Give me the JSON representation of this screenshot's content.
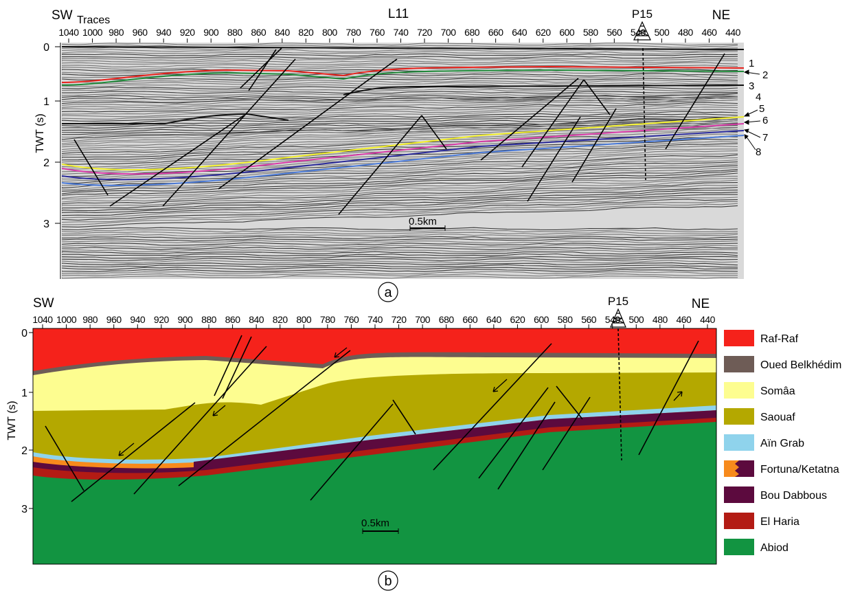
{
  "panel_a": {
    "line_name": "L11",
    "sw": "SW",
    "traces_label": "Traces",
    "ne": "NE",
    "well": "P15",
    "traces": [
      "1040",
      "1000",
      "980",
      "960",
      "940",
      "920",
      "900",
      "880",
      "860",
      "840",
      "820",
      "800",
      "780",
      "760",
      "740",
      "720",
      "700",
      "680",
      "660",
      "640",
      "620",
      "600",
      "580",
      "560",
      "540",
      "500",
      "480",
      "460",
      "440"
    ],
    "y_label": "TWT (s)",
    "y_ticks": [
      "0",
      "1",
      "2",
      "3"
    ],
    "horizon_labels": [
      "1",
      "2",
      "3",
      "4",
      "5",
      "6",
      "7",
      "8"
    ],
    "scale_bar": "0.5km",
    "panel_label": "a",
    "horizon_colors": {
      "red": "#e8201a",
      "green": "#1f8a3a",
      "yellow": "#f2ef2a",
      "magenta": "#d83aa8",
      "navy": "#2a2a9a",
      "blue": "#4a7ad8"
    }
  },
  "panel_b": {
    "sw": "SW",
    "ne": "NE",
    "well": "P15",
    "traces": [
      "1040",
      "1000",
      "980",
      "960",
      "940",
      "920",
      "900",
      "880",
      "860",
      "840",
      "820",
      "800",
      "780",
      "760",
      "740",
      "720",
      "700",
      "680",
      "660",
      "640",
      "620",
      "600",
      "580",
      "560",
      "540",
      "500",
      "480",
      "460",
      "440"
    ],
    "y_label": "TWT (s)",
    "y_ticks": [
      "0",
      "1",
      "2",
      "3"
    ],
    "scale_bar": "0.5km",
    "panel_label": "b"
  },
  "legend": [
    {
      "name": "Raf-Raf",
      "color": "#f5221b"
    },
    {
      "name": "Oued Belkhédim",
      "color": "#6e5c56"
    },
    {
      "name": "Somâa",
      "color": "#fdfd90"
    },
    {
      "name": "Saouaf",
      "color": "#b4a800"
    },
    {
      "name": "Aïn Grab",
      "color": "#8fd3ec"
    },
    {
      "name": "Fortuna/Ketatna",
      "color": "#f78a1c",
      "color2": "#5c0a3e"
    },
    {
      "name": "Bou Dabbous",
      "color": "#5c0a3e"
    },
    {
      "name": "El Haria",
      "color": "#b31b14"
    },
    {
      "name": "Abiod",
      "color": "#129441"
    }
  ]
}
